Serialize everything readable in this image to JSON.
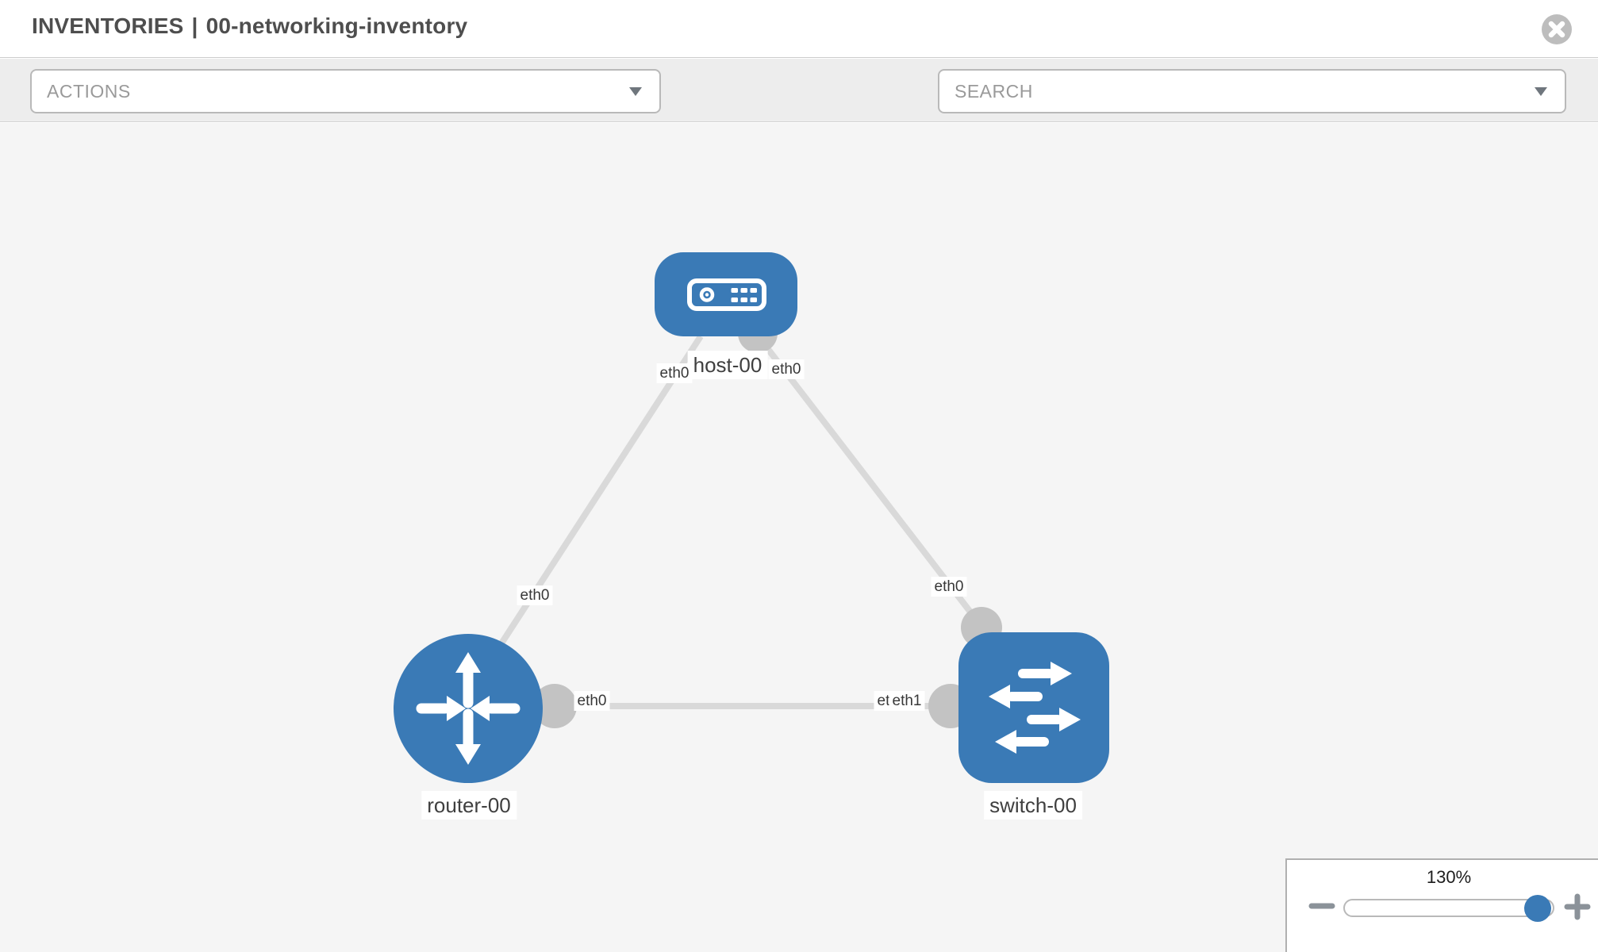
{
  "header": {
    "section": "INVENTORIES",
    "separator": "|",
    "inventory_name": "00-networking-inventory",
    "close_icon": "circle-x"
  },
  "toolbar": {
    "actions_label": "ACTIONS",
    "search_label": "SEARCH",
    "icons": [
      "wrench-icon",
      "key-icon"
    ]
  },
  "topology": {
    "nodes": [
      {
        "id": "host-00",
        "type": "host",
        "label": "host-00"
      },
      {
        "id": "router-00",
        "type": "router",
        "label": "router-00"
      },
      {
        "id": "switch-00",
        "type": "switch",
        "label": "switch-00"
      }
    ],
    "interfaces": {
      "host_left": "eth0",
      "host_right": "eth0",
      "link_host_router_bottom": "eth0",
      "link_host_switch_bottom": "eth0",
      "link_router_switch_left": "eth0",
      "link_router_switch_right_under": "eth0",
      "link_router_switch_right_over": "eth1"
    }
  },
  "zoom_control": {
    "level": "130%",
    "minus_icon": "minus",
    "plus_icon": "plus"
  },
  "colors": {
    "node_blue": "#3a7ab6",
    "link_gray": "#d9d9d9",
    "dot_gray": "#c3c3c3",
    "icon_gray": "#848c94",
    "toolbar_bg": "#ededed",
    "canvas_bg": "#f5f5f5"
  }
}
